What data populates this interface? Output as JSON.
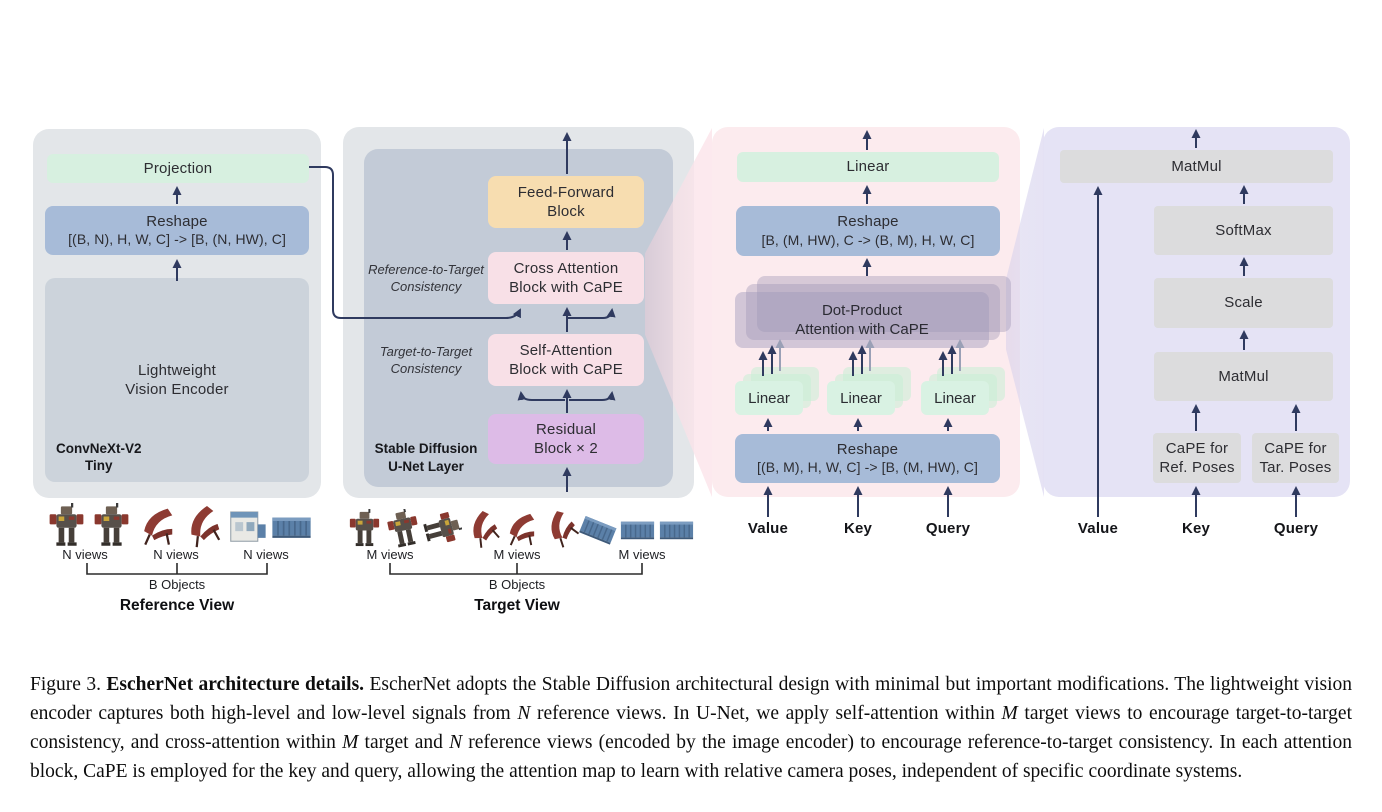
{
  "figure": {
    "encoder_panel": {
      "projection": "Projection",
      "reshape": {
        "title": "Reshape",
        "formula": "[(B, N), H, W, C] -> [B, (N, HW), C]"
      },
      "encoder": {
        "line1": "Lightweight",
        "line2": "Vision Encoder"
      },
      "backbone": {
        "line1": "ConvNeXt-V2",
        "line2": "Tiny"
      }
    },
    "unet_panel": {
      "feed_forward": {
        "line1": "Feed-Forward",
        "line2": "Block"
      },
      "cross_attention": {
        "line1": "Cross Attention",
        "line2": "Block with CaPE"
      },
      "self_attention": {
        "line1": "Self-Attention",
        "line2": "Block with CaPE"
      },
      "residual": {
        "line1": "Residual",
        "line2": "Block × 2"
      },
      "ref_consistency": {
        "line1": "Reference-to-Target",
        "line2": "Consistency"
      },
      "tgt_consistency": {
        "line1": "Target-to-Target",
        "line2": "Consistency"
      },
      "layer_label": {
        "line1": "Stable Diffusion",
        "line2": "U-Net Layer"
      }
    },
    "attention_panel": {
      "linear_out": "Linear",
      "reshape_top": {
        "title": "Reshape",
        "formula": "[B, (M, HW), C -> (B, M), H, W, C]"
      },
      "dot_product": {
        "line1": "Dot-Product",
        "line2": "Attention with CaPE"
      },
      "linear_value": "Linear",
      "linear_key": "Linear",
      "linear_query": "Linear",
      "reshape_bottom": {
        "title": "Reshape",
        "formula": "[(B, M), H, W, C] -> [B, (M, HW), C]"
      },
      "inputs": [
        "Value",
        "Key",
        "Query"
      ]
    },
    "cape_panel": {
      "matmul_top": "MatMul",
      "softmax": "SoftMax",
      "scale": "Scale",
      "matmul_bottom": "MatMul",
      "cape_ref": {
        "line1": "CaPE for",
        "line2": "Ref. Poses"
      },
      "cape_tar": {
        "line1": "CaPE for",
        "line2": "Tar. Poses"
      },
      "inputs": [
        "Value",
        "Key",
        "Query"
      ]
    },
    "reference_views": {
      "thumbs": [
        {
          "type": "robot",
          "tilt": 0
        },
        {
          "type": "robot",
          "tilt": 0
        },
        {
          "type": "chair",
          "tilt": 0
        },
        {
          "type": "chair",
          "tilt": -18
        },
        {
          "type": "building",
          "tilt": 0
        },
        {
          "type": "container",
          "tilt": 0
        }
      ],
      "views_labels": [
        "N views",
        "N views",
        "N views"
      ],
      "group_label": "B Objects",
      "title": "Reference View"
    },
    "target_views": {
      "thumbs": [
        {
          "type": "robot",
          "tilt": 0
        },
        {
          "type": "robot",
          "tilt": -12
        },
        {
          "type": "robot",
          "tilt": 75
        },
        {
          "type": "chair",
          "tilt": -30
        },
        {
          "type": "chair",
          "tilt": 0
        },
        {
          "type": "chair",
          "tilt": -42
        },
        {
          "type": "container",
          "tilt": 22
        },
        {
          "type": "container",
          "tilt": 0
        },
        {
          "type": "container",
          "tilt": 0
        }
      ],
      "views_labels": [
        "M views",
        "M views",
        "M views"
      ],
      "group_label": "B Objects",
      "title": "Target View"
    }
  },
  "caption": {
    "segments": [
      {
        "t": "Figure 3. ",
        "s": "r"
      },
      {
        "t": "EscherNet architecture details.",
        "s": "b"
      },
      {
        "t": " EscherNet adopts the Stable Diffusion architectural design with minimal but important modifications.  The lightweight vision encoder captures both high-level and low-level signals from ",
        "s": "r"
      },
      {
        "t": "N",
        "s": "i"
      },
      {
        "t": " reference views.  In U-Net, we apply self-attention within ",
        "s": "r"
      },
      {
        "t": "M",
        "s": "i"
      },
      {
        "t": " target views to encourage target-to-target consistency, and cross-attention within ",
        "s": "r"
      },
      {
        "t": "M",
        "s": "i"
      },
      {
        "t": " target and ",
        "s": "r"
      },
      {
        "t": "N",
        "s": "i"
      },
      {
        "t": " reference views (encoded by the image encoder) to encourage reference-to-target consistency.  In each attention block, CaPE is employed for the key and query, allowing the attention map to learn with relative camera poses, independent of specific coordinate systems.",
        "s": "r"
      }
    ]
  },
  "colors": {
    "arrow": "#2f3a5f",
    "arrow_muted": "#9aa0b6",
    "green": "#d7f0e0",
    "blue": "#a7bbd8",
    "orange": "#f7ddb0",
    "pink_box": "#f8e0e7",
    "purple_box": "#ddbbe7",
    "panel_gray": "#e3e6e9",
    "panel_inner": "#c3cbd7",
    "panel_pink": "#fcebee",
    "panel_lavender": "#e5e3f5",
    "gray_box": "#dcdcdd"
  }
}
